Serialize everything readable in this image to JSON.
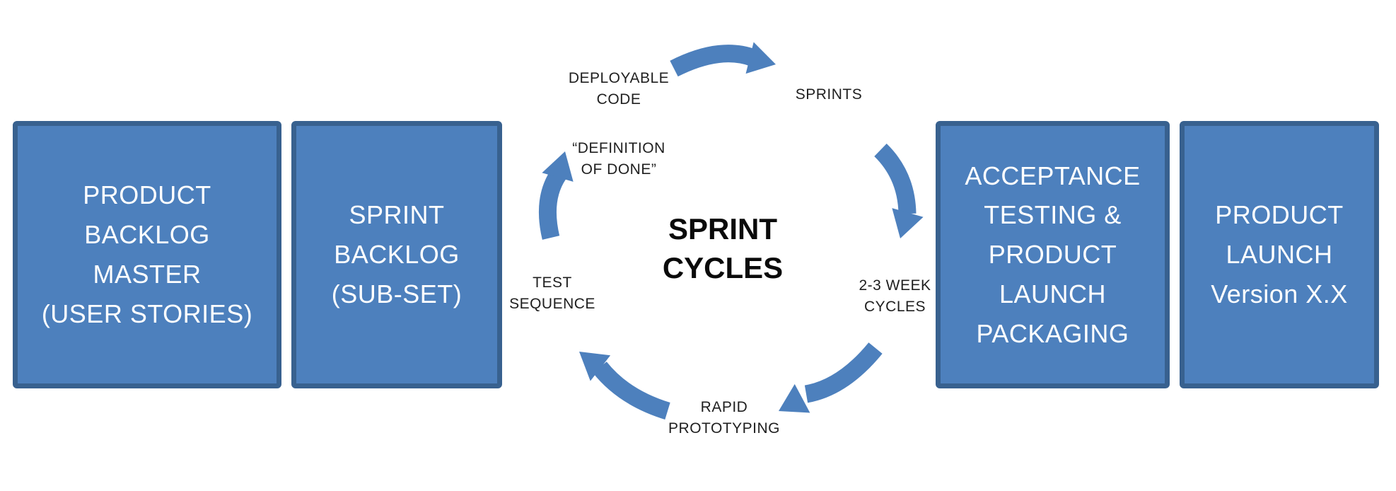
{
  "boxes": [
    {
      "label": "PRODUCT\nBACKLOG\nMASTER\n(USER STORIES)"
    },
    {
      "label": "SPRINT\nBACKLOG\n(SUB-SET)"
    },
    {
      "label": "ACCEPTANCE\nTESTING &\nPRODUCT\nLAUNCH\nPACKAGING"
    },
    {
      "label": "PRODUCT\nLAUNCH\nVersion X.X"
    }
  ],
  "cycle": {
    "title": "SPRINT\nCYCLES",
    "labels": {
      "deployable": "DEPLOYABLE\nCODE",
      "definition_of_done": "“DEFINITION\nOF DONE”",
      "sprints": "SPRINTS",
      "weeks": "2-3 WEEK\nCYCLES",
      "rapid": "RAPID\nPROTOTYPING",
      "test": "TEST\nSEQUENCE"
    }
  },
  "colors": {
    "background": "#ffffff",
    "box_fill": "#4d80bd",
    "box_border": "#38618f",
    "box_text": "#ffffff",
    "arrow": "#4d80bd",
    "title_text": "#0a0a0a",
    "label_text": "#1f1f1f"
  }
}
